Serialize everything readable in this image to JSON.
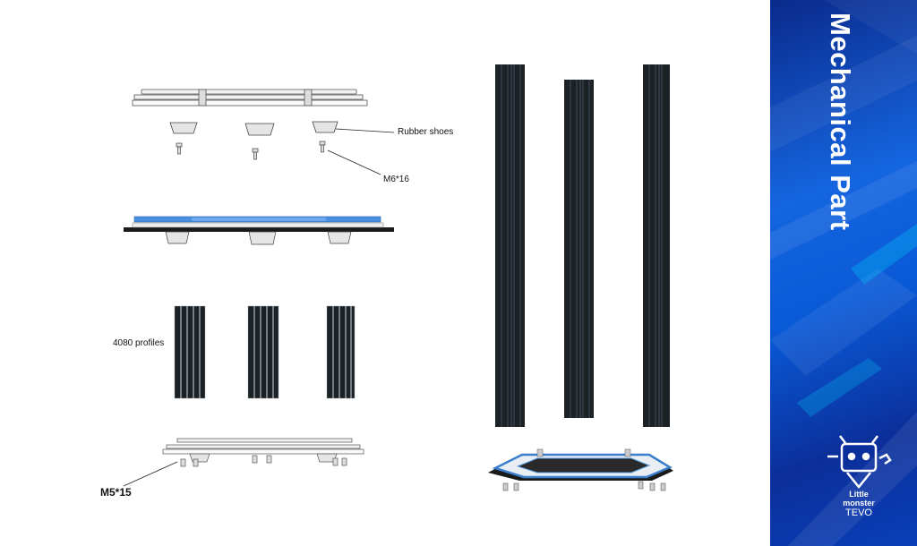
{
  "labels": {
    "rubber_shoes": "Rubber shoes",
    "m6": "M6*16",
    "profiles": "4080 profiles",
    "m5": "M5*15"
  },
  "sidebar": {
    "title": "Mechanical Part",
    "brand_line1": "Little",
    "brand_line2": "monster",
    "brand_line3": "TEVO",
    "logo_icon": "robot-mascot-icon"
  },
  "colors": {
    "sidebar_blue": "#1565e0",
    "profile_dark": "#1c2126",
    "plate_blue": "#4a90e2"
  }
}
